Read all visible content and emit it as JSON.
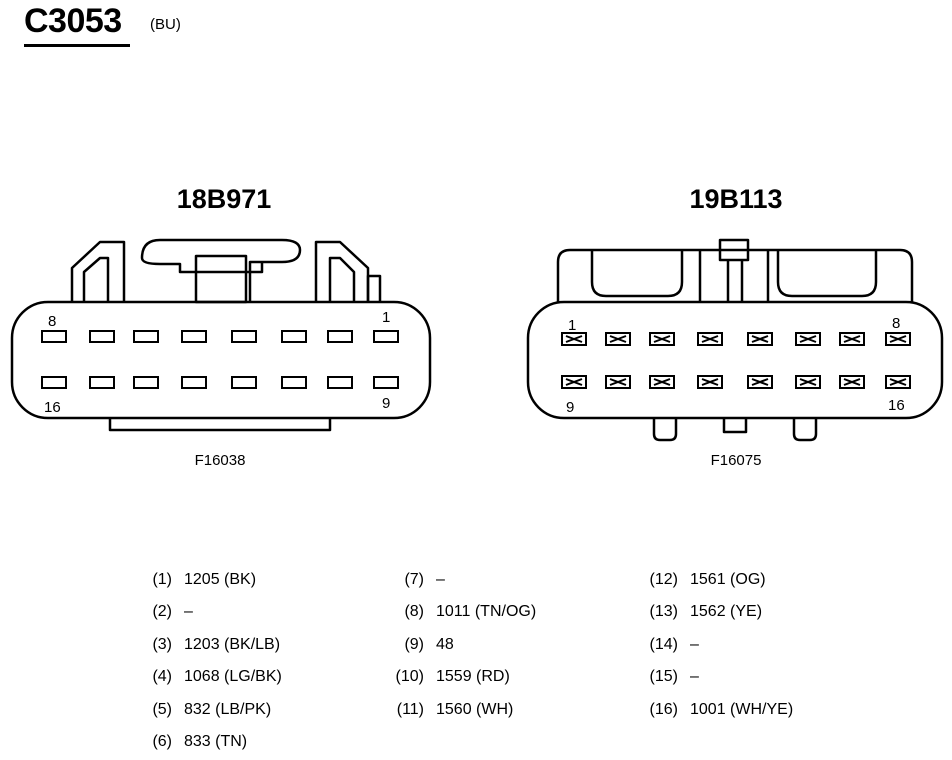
{
  "connector_id": "C3053",
  "color_code": "(BU)",
  "left_connector": {
    "part_number": "18B971",
    "drawing_id": "F16038",
    "labels": {
      "top_left": "8",
      "top_right": "1",
      "bottom_left": "16",
      "bottom_right": "9"
    }
  },
  "right_connector": {
    "part_number": "19B113",
    "drawing_id": "F16075",
    "labels": {
      "top_left": "1",
      "top_right": "8",
      "bottom_left": "9",
      "bottom_right": "16"
    }
  },
  "pins": [
    {
      "num": "(1)",
      "value": "1205 (BK)"
    },
    {
      "num": "(2)",
      "value": "–"
    },
    {
      "num": "(3)",
      "value": "1203 (BK/LB)"
    },
    {
      "num": "(4)",
      "value": "1068 (LG/BK)"
    },
    {
      "num": "(5)",
      "value": "832 (LB/PK)"
    },
    {
      "num": "(6)",
      "value": "833 (TN)"
    },
    {
      "num": "(7)",
      "value": "–"
    },
    {
      "num": "(8)",
      "value": "1011 (TN/OG)"
    },
    {
      "num": "(9)",
      "value": "48"
    },
    {
      "num": "(10)",
      "value": "1559 (RD)"
    },
    {
      "num": "(11)",
      "value": "1560 (WH)"
    },
    {
      "num": "(12)",
      "value": "1561 (OG)"
    },
    {
      "num": "(13)",
      "value": "1562 (YE)"
    },
    {
      "num": "(14)",
      "value": "–"
    },
    {
      "num": "(15)",
      "value": "–"
    },
    {
      "num": "(16)",
      "value": "1001 (WH/YE)"
    }
  ]
}
